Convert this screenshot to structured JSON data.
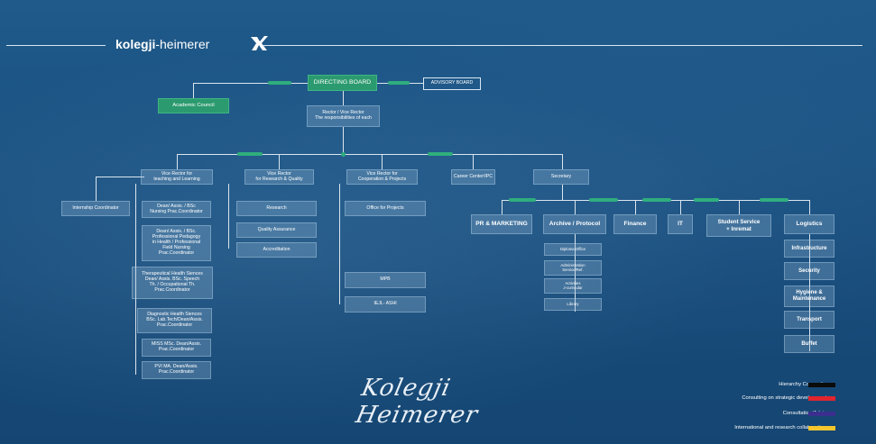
{
  "brand": {
    "name_bold": "kolegji",
    "name_light": "-heimerer",
    "logo_mark": "kh-mark-icon",
    "signature": "Kolegji Heimerer"
  },
  "colors": {
    "background": "#1a5282",
    "connector": "#2fae7d",
    "directing_board": "#2b9a6e",
    "box_fill": "#94b8d6"
  },
  "nodes": {
    "directing_board": "DIRECTING BOARD",
    "advisory_board": "ADVISORY BOARD",
    "academic_council": "Academic Council",
    "rector": "Rector / Vice Rector\nThe responsibilities of each",
    "vr_teaching": "Vice Rector for\nteaching and Learning",
    "vr_research": "Vice Rector\nfor Research & Quality",
    "vr_cooperation": "Vice Rector for\nCooperation & Projects",
    "career_center": "Career Center/IPC",
    "secretary": "Secretary",
    "internship_coordinator": "Internship Coordinator",
    "dean_nursing": "Dean/ Assis. / BSc\nNursing Prac.Coordinator",
    "dean_pedagogy": "Dean/ Assis. / BSc.\nProfessional Pedagogy\nin Health / Professional\nField Nursing\nPrac.Coordinator",
    "therapeutical": "Therapeutical Health Siences\nDean/ Assis. BSc. Speech\nTh. / Occupational Th.\nPrac.Coordinator",
    "diagnostic": "Diagnostic Health Siences\nBSc. Lab.Tech/Dean/Assis.\nPrac.Coordinator",
    "miss_msc": "MISS MSc. Dean/Assis.\nPrac.Coordinator",
    "pvi_ma": "PVI MA. Dean/Assis.\nPrac.Coordinator",
    "research": "Research",
    "quality_assurance": "Quality Assurance",
    "accreditation": "Accreditation",
    "office_projects": "Office for Projects",
    "mpb": "MPB",
    "iejl_ashi": "IEJL- ASHI",
    "pr_marketing": "PR & MARKETING",
    "archive_protocol": "Archive / Protocol",
    "finance": "Finance",
    "it": "IT",
    "student_service": "Student Service\n+ Inremat",
    "logistics": "Logistics",
    "diploma_office": "Diploma Office",
    "administration_service": "Administration\nService/Ref.",
    "activities": "Activities\nJ-curricular",
    "library": "Library",
    "infrastructure": "Infrastructure",
    "security": "Security",
    "hygiene": "Hygiene &\nMaintenance",
    "transport": "Transport",
    "buffet": "Buffet"
  },
  "legend": [
    {
      "label": "Hierarchy Connection",
      "color": "#0b0b0b"
    },
    {
      "label": "Consulting on strategic developments",
      "color": "#e0252f"
    },
    {
      "label": "Consultation/Advice",
      "color": "#3a2f8f"
    },
    {
      "label": "International and research collaborations",
      "color": "#f2c62c"
    }
  ]
}
